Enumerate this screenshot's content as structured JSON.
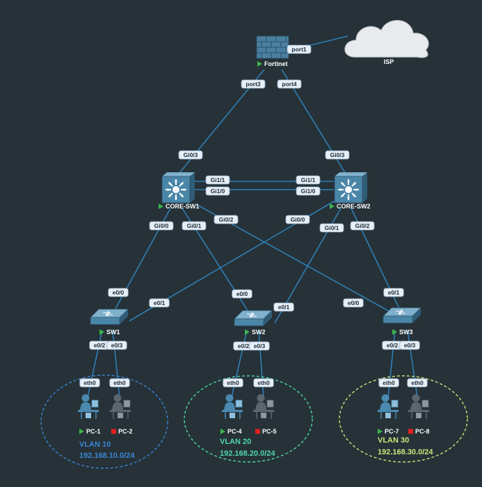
{
  "colors": {
    "background": "#263238",
    "link": "#2f7fb5",
    "port_fill": "#e6eef6",
    "status_running": "#3bb54a",
    "status_stopped": "#e02020",
    "vlan10": "#3a86d4",
    "vlan20": "#4fd6b0",
    "vlan30": "#cce57a"
  },
  "nodes": {
    "firewall": {
      "label": "Fortinet",
      "icon": "firewall-icon",
      "status": "running"
    },
    "isp": {
      "label": "ISP",
      "icon": "cloud-icon"
    },
    "core1": {
      "label": "CORE-SW1",
      "icon": "multilayer-switch-icon",
      "status": "running"
    },
    "core2": {
      "label": "CORE-SW2",
      "icon": "multilayer-switch-icon",
      "status": "running"
    },
    "sw1": {
      "label": "SW1",
      "icon": "switch-icon",
      "status": "running"
    },
    "sw2": {
      "label": "SW2",
      "icon": "switch-icon",
      "status": "running"
    },
    "sw3": {
      "label": "SW3",
      "icon": "switch-icon",
      "status": "running"
    },
    "pc1": {
      "label": "PC-1",
      "icon": "pc-user-icon",
      "status": "running"
    },
    "pc2": {
      "label": "PC-2",
      "icon": "pc-user-icon",
      "status": "stopped"
    },
    "pc4": {
      "label": "PC-4",
      "icon": "pc-user-icon",
      "status": "running"
    },
    "pc5": {
      "label": "PC-5",
      "icon": "pc-user-icon",
      "status": "stopped"
    },
    "pc7": {
      "label": "PC-7",
      "icon": "pc-user-icon",
      "status": "running"
    },
    "pc8": {
      "label": "PC-8",
      "icon": "pc-user-icon",
      "status": "stopped"
    }
  },
  "ports": {
    "fw_isp": "port1",
    "fw_core1": "port3",
    "fw_core2": "port4",
    "c1_fw": "Gi0/3",
    "c2_fw": "Gi0/3",
    "c1_c2_a": "Gi1/1",
    "c2_c1_a": "Gi1/1",
    "c1_c2_b": "Gi1/0",
    "c2_c1_b": "Gi1/0",
    "c1_sw1": "Gi0/0",
    "c1_sw2": "Gi0/1",
    "c1_sw3": "Gi0/2",
    "c2_sw1": "Gi0/0",
    "c2_sw2": "Gi0/1",
    "c2_sw3": "Gi0/2",
    "sw1_c1": "e0/0",
    "sw1_c2": "e0/1",
    "sw2_c1": "e0/0",
    "sw2_c2": "e0/1",
    "sw3_c2": "e0/1",
    "sw3_c1": "e0/0",
    "sw1_pc1": "e0/2",
    "sw1_pc2": "e0/3",
    "sw2_pc4": "e0/2",
    "sw2_pc5": "e0/3",
    "sw3_pc7": "e0/2",
    "sw3_pc8": "e0/3",
    "pc1": "eth0",
    "pc2": "eth0",
    "pc4": "eth0",
    "pc5": "eth0",
    "pc7": "eth0",
    "pc8": "eth0"
  },
  "vlans": {
    "v10": {
      "name": "VLAN 10",
      "subnet": "192.168.10.0/24"
    },
    "v20": {
      "name": "VLAN 20",
      "subnet": "192.168.20.0/24"
    },
    "v30": {
      "name": "VLAN 30",
      "subnet": "192.168.30.0/24"
    }
  }
}
